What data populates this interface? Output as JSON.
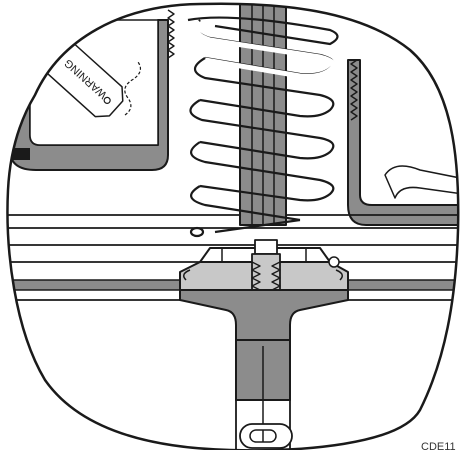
{
  "warning_tag": {
    "text": "WARNING"
  },
  "figure_code": {
    "text": "CDE11"
  },
  "colors": {
    "outline": "#1a1a1a",
    "fill_gray": "#8c8c8c",
    "light_gray": "#c8c8c8",
    "background": "#ffffff"
  },
  "parts": [
    "coil-spring",
    "spring-guide-rod",
    "spring-seat",
    "center-bolt",
    "pivot-housing",
    "hanger-link",
    "warning-tag"
  ]
}
